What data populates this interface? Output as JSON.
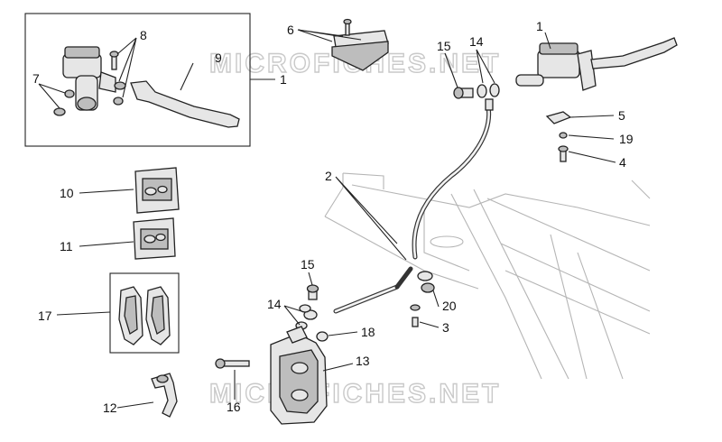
{
  "watermark": {
    "text": "MICROFICHES.NET"
  },
  "callouts": [
    {
      "id": "c1a",
      "text": "1"
    },
    {
      "id": "c1b",
      "text": "1"
    },
    {
      "id": "c2",
      "text": "2"
    },
    {
      "id": "c3",
      "text": "3"
    },
    {
      "id": "c4",
      "text": "4"
    },
    {
      "id": "c5",
      "text": "5"
    },
    {
      "id": "c6",
      "text": "6"
    },
    {
      "id": "c7",
      "text": "7"
    },
    {
      "id": "c8",
      "text": "8"
    },
    {
      "id": "c9",
      "text": "9"
    },
    {
      "id": "c10",
      "text": "10"
    },
    {
      "id": "c11",
      "text": "11"
    },
    {
      "id": "c12",
      "text": "12"
    },
    {
      "id": "c13",
      "text": "13"
    },
    {
      "id": "c14a",
      "text": "14"
    },
    {
      "id": "c14b",
      "text": "14"
    },
    {
      "id": "c15a",
      "text": "15"
    },
    {
      "id": "c15b",
      "text": "15"
    },
    {
      "id": "c16",
      "text": "16"
    },
    {
      "id": "c17",
      "text": "17"
    },
    {
      "id": "c18",
      "text": "18"
    },
    {
      "id": "c19",
      "text": "19"
    },
    {
      "id": "c20",
      "text": "20"
    }
  ]
}
